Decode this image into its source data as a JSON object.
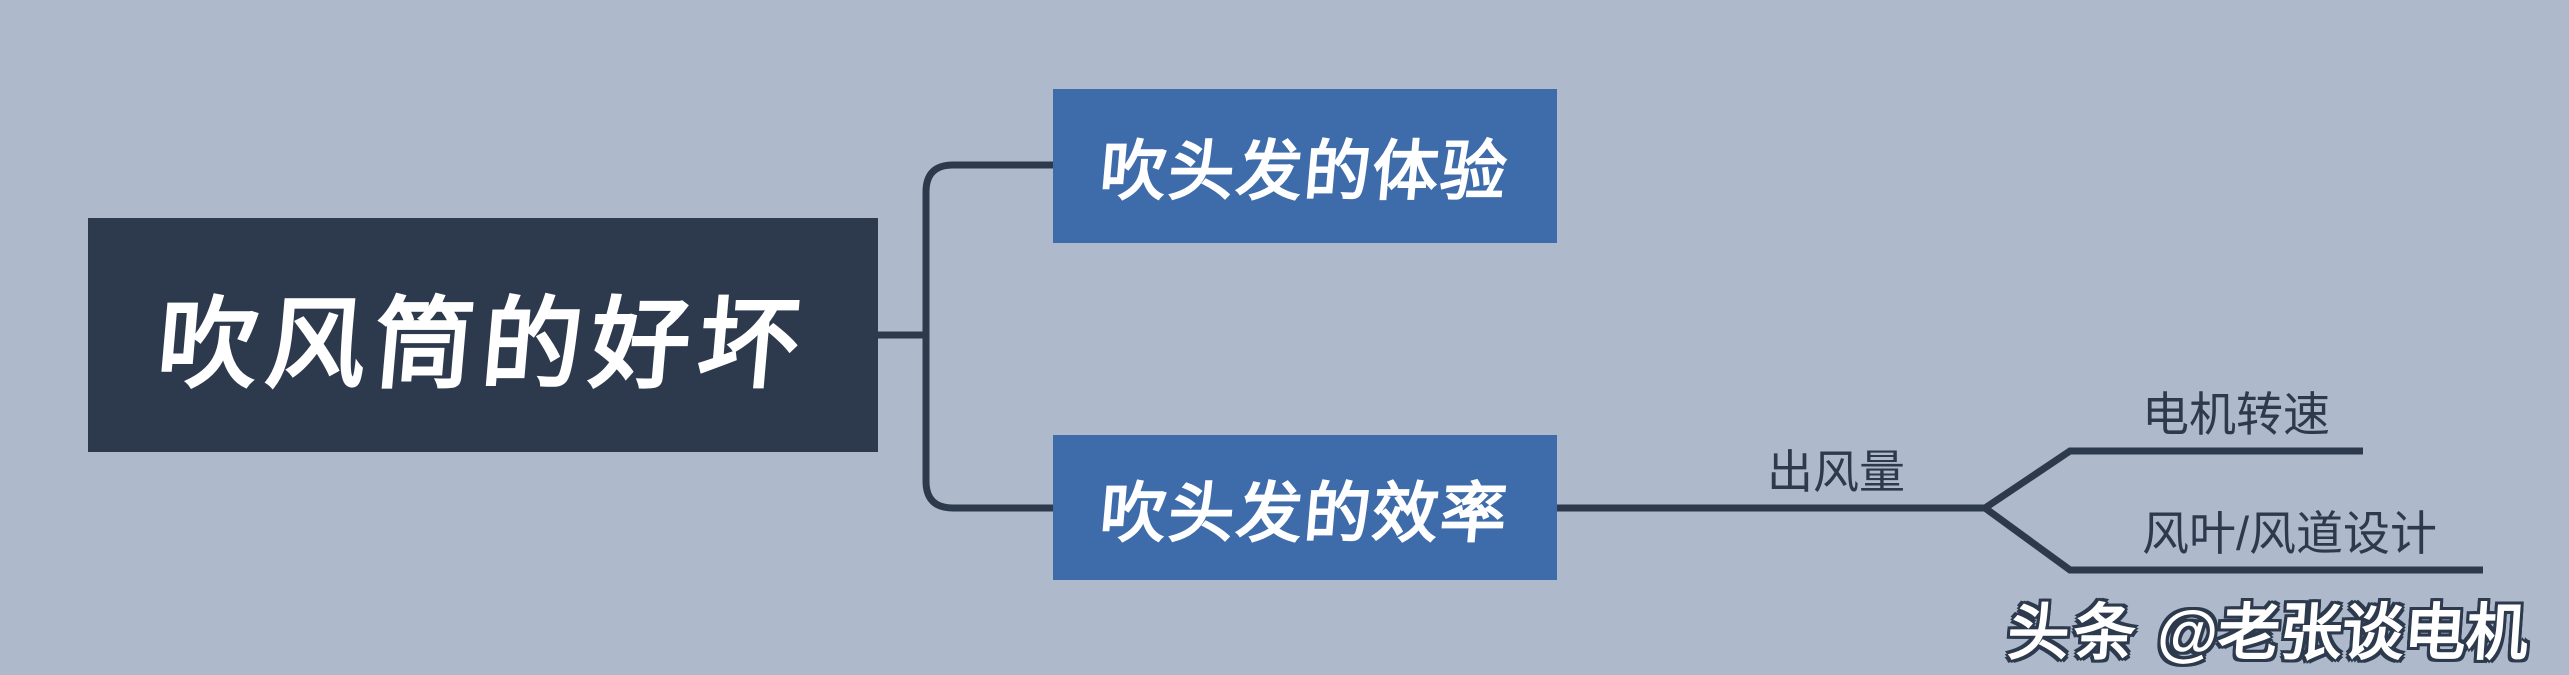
{
  "colors": {
    "background": "#aeb9cc",
    "root_node_bg": "#2d3a4d",
    "child_node_bg": "#3e6caa",
    "node_text": "#ffffff",
    "line": "#2d3a4d",
    "branch_text": "#2d3a4d"
  },
  "mindmap": {
    "root": {
      "label": "吹风筒的好坏"
    },
    "children": [
      {
        "label": "吹头发的体验"
      },
      {
        "label": "吹头发的效率",
        "branch": {
          "label": "出风量",
          "children": [
            {
              "label": "电机转速"
            },
            {
              "label": "风叶/风道设计"
            }
          ]
        }
      }
    ]
  },
  "watermark": {
    "platform": "头条",
    "handle": "@老张谈电机"
  }
}
